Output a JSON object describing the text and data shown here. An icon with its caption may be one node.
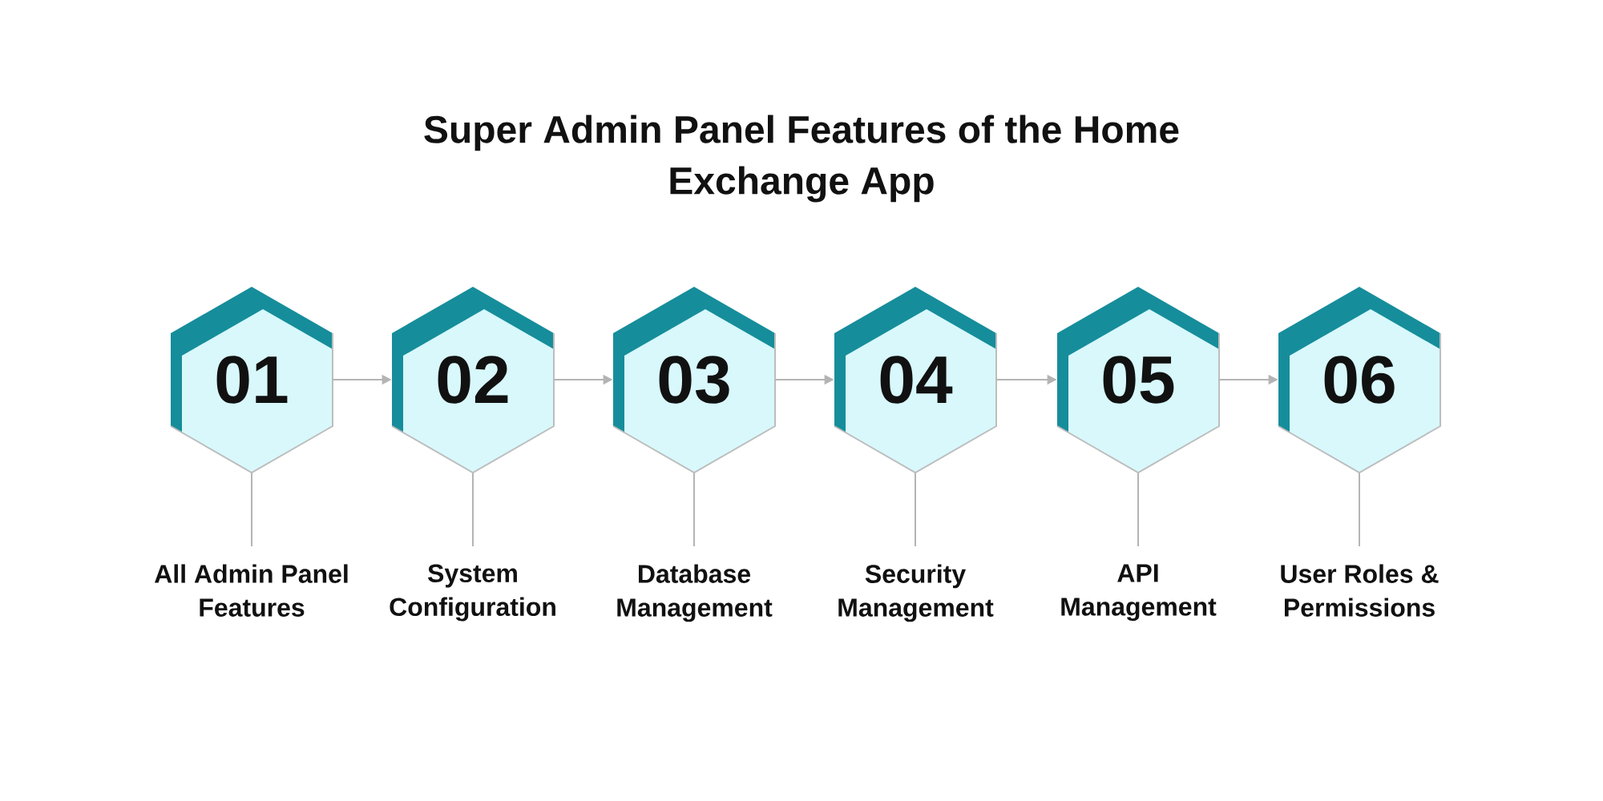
{
  "diagram": {
    "title": "Super Admin Panel Features of the Home Exchange App",
    "nodes": [
      {
        "text": [
          "01"
        ]
      },
      {
        "text": [
          "02"
        ]
      },
      {
        "text": [
          "03"
        ]
      },
      {
        "text": [
          "04"
        ]
      },
      {
        "text": [
          "05"
        ]
      },
      {
        "text": [
          "06"
        ]
      },
      {
        "text": [
          "All Admin Panel Features"
        ]
      },
      {
        "text": [
          "System Configuration"
        ]
      },
      {
        "text": [
          "Database Management"
        ]
      },
      {
        "text": [
          "Security Management"
        ]
      },
      {
        "text": [
          "API Management"
        ]
      },
      {
        "text": [
          "User Roles & Permissions"
        ]
      }
    ],
    "edges": [
      {
        "from": 0,
        "to": 1,
        "arrow": "to"
      },
      {
        "from": 1,
        "to": 2,
        "arrow": "to"
      },
      {
        "from": 2,
        "to": 3,
        "arrow": "to"
      },
      {
        "from": 3,
        "to": 4,
        "arrow": "to"
      },
      {
        "from": 4,
        "to": 5,
        "arrow": "to"
      },
      {
        "from": 0,
        "to": 6,
        "arrow": "none"
      },
      {
        "from": 1,
        "to": 7,
        "arrow": "none"
      },
      {
        "from": 2,
        "to": 8,
        "arrow": "none"
      },
      {
        "from": 3,
        "to": 9,
        "arrow": "none"
      },
      {
        "from": 4,
        "to": 10,
        "arrow": "none"
      },
      {
        "from": 5,
        "to": 11,
        "arrow": "none"
      }
    ]
  }
}
